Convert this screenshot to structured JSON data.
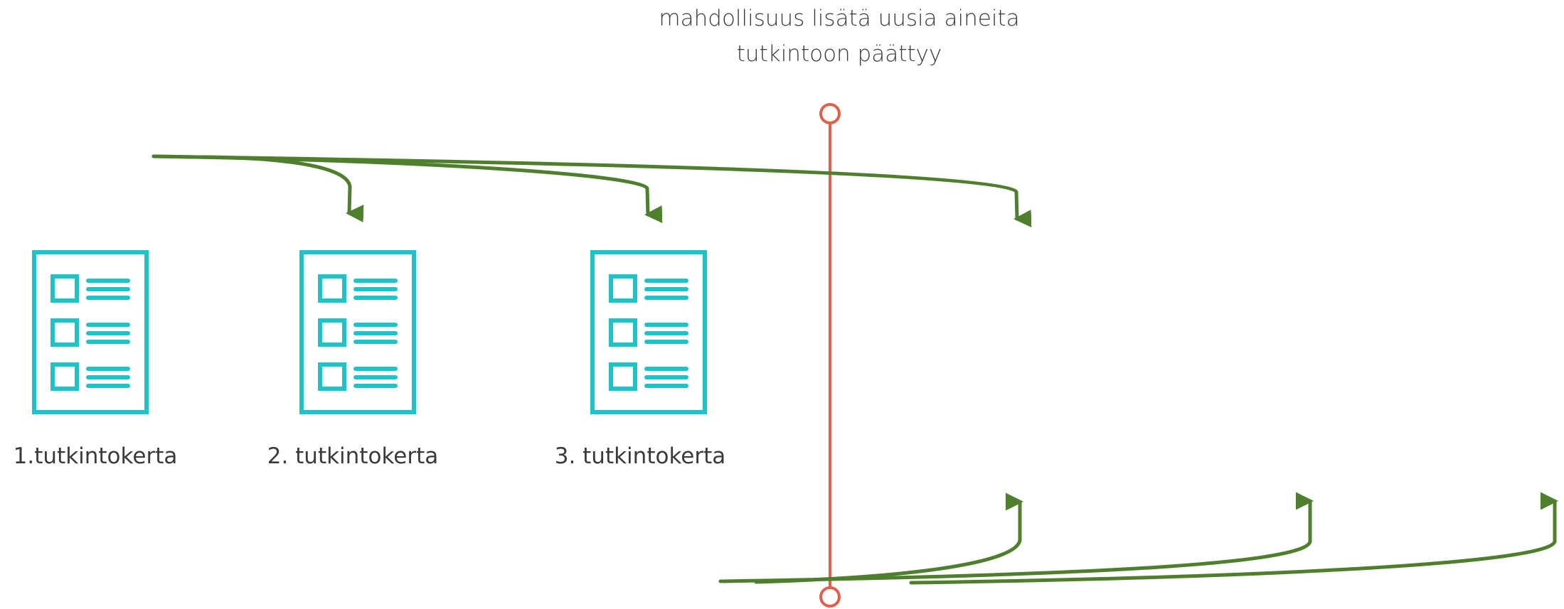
{
  "title": {
    "line1": "mahdollisuus lisätä uusia aineita",
    "line2": "tutkintoon päättyy"
  },
  "documents": [
    {
      "label": "1.tutkintokerta",
      "icon": "document-list-icon"
    },
    {
      "label": "2. tutkintokerta",
      "icon": "document-list-icon"
    },
    {
      "label": "3. tutkintokerta",
      "icon": "document-list-icon"
    }
  ],
  "colors": {
    "document": "#1cc4c9",
    "arrows": "#4e7f2c",
    "deadline": "#e0604a",
    "text": "#3a3a3a"
  }
}
